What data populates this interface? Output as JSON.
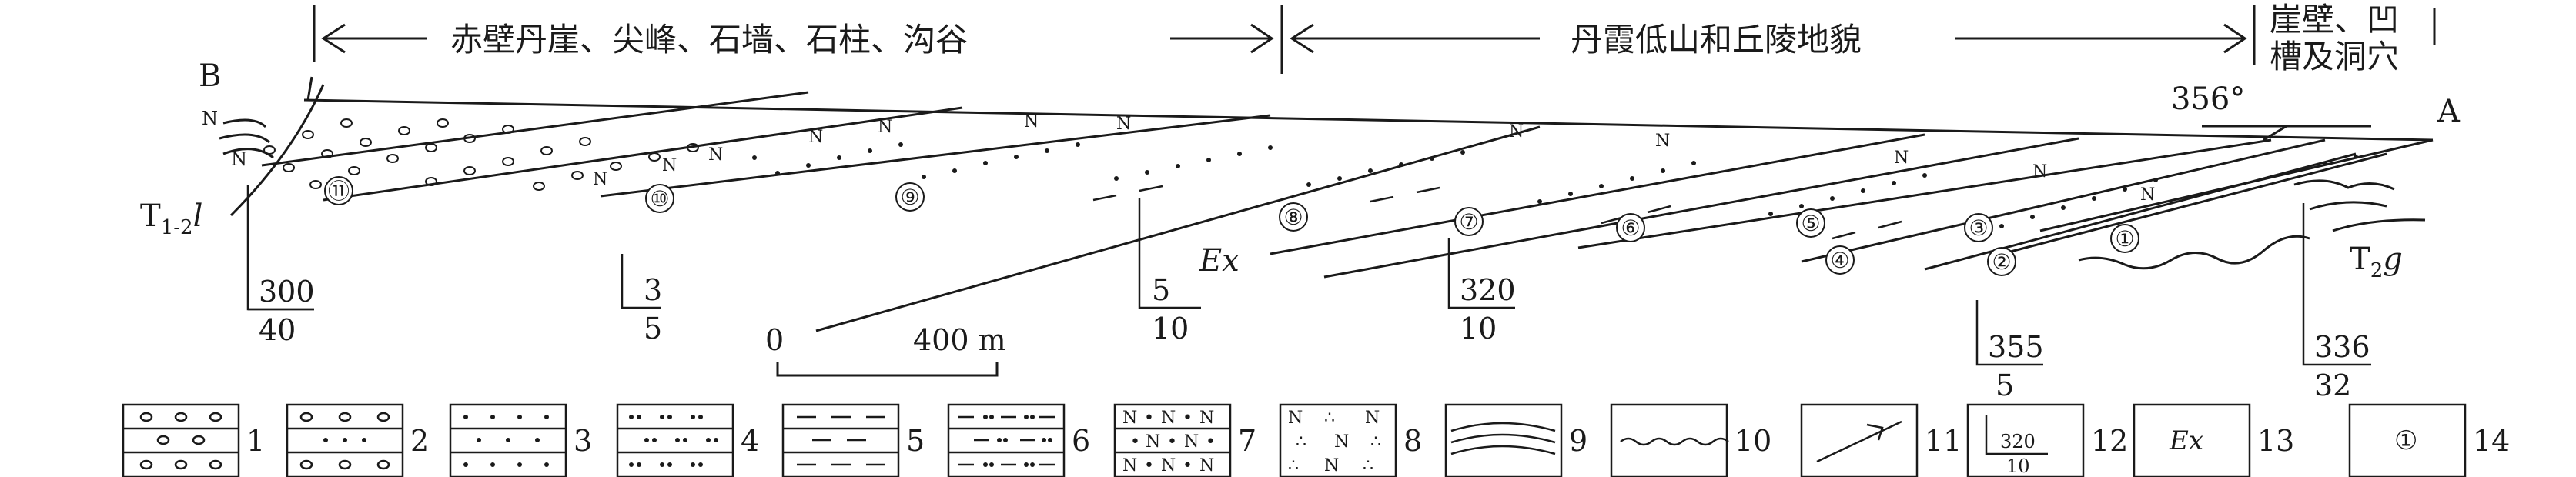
{
  "zones": [
    {
      "label": "赤壁丹崖、尖峰、石墙、石柱、沟谷"
    },
    {
      "label": "丹霞低山和丘陵地貌"
    },
    {
      "label_lines": [
        "崖壁、凹",
        "槽及洞穴"
      ]
    }
  ],
  "section_ends": {
    "left": "B",
    "right": "A"
  },
  "angle_label": "356°",
  "formations": {
    "left": "T1-2l",
    "right": "T2g",
    "middle": "Ex"
  },
  "attitudes": [
    {
      "strike": "300",
      "dip": "40"
    },
    {
      "strike": "3",
      "dip": "5"
    },
    {
      "strike": "5",
      "dip": "10"
    },
    {
      "strike": "320",
      "dip": "10"
    },
    {
      "strike": "355",
      "dip": "5"
    },
    {
      "strike": "336",
      "dip": "32"
    }
  ],
  "layer_numbers": [
    "⑪",
    "⑩",
    "⑨",
    "⑧",
    "⑦",
    "⑥",
    "⑤",
    "④",
    "③",
    "②",
    "①"
  ],
  "scale": {
    "start": "0",
    "end": "400 m"
  },
  "legend": [
    {
      "num": "1",
      "pattern": "conglomerate"
    },
    {
      "num": "2",
      "pattern": "pebbly-sandstone"
    },
    {
      "num": "3",
      "pattern": "sandstone"
    },
    {
      "num": "4",
      "pattern": "coarse-sandstone"
    },
    {
      "num": "5",
      "pattern": "mudstone"
    },
    {
      "num": "6",
      "pattern": "muddy-siltstone"
    },
    {
      "num": "7",
      "pattern": "tuffaceous-sandstone"
    },
    {
      "num": "8",
      "pattern": "tuffaceous-siltstone"
    },
    {
      "num": "9",
      "pattern": "fold-strata"
    },
    {
      "num": "10",
      "pattern": "unconformity"
    },
    {
      "num": "11",
      "pattern": "fault"
    },
    {
      "num": "12",
      "pattern": "attitude",
      "sample_top": "320",
      "sample_bottom": "10"
    },
    {
      "num": "13",
      "pattern": "formation",
      "sample": "Ex"
    },
    {
      "num": "14",
      "pattern": "layer-no",
      "sample": "①"
    }
  ]
}
